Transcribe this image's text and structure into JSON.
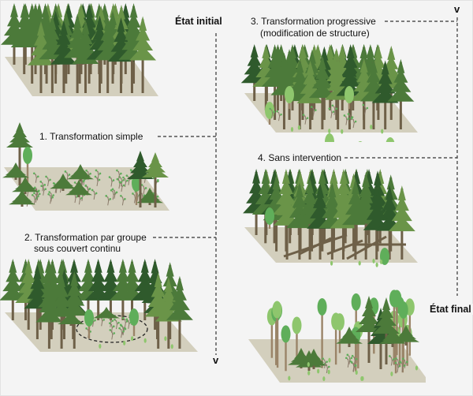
{
  "labels": {
    "initial_state": "État initial",
    "final_state": "État final",
    "step1": "1. Transformation simple",
    "step2_line1": "2. Transformation par groupe",
    "step2_line2": "sous couvert continu",
    "step3_line1": "3. Transformation progressive",
    "step3_line2": "(modification de structure)",
    "step4": "4. Sans intervention",
    "arrow_glyph": "v"
  },
  "colors": {
    "background": "#f4f4f4",
    "ground": "#d3cfbd",
    "trunk": "#6e6048",
    "conifer_dark": "#2f5a2c",
    "conifer_mid": "#4c7a3a",
    "conifer_light": "#6a9448",
    "broadleaf": "#5fae5a",
    "broadleaf_light": "#8ec66d",
    "dash": "#333333"
  },
  "scenes": [
    {
      "id": "initial",
      "name": "scene-initial-state"
    },
    {
      "id": "step1",
      "name": "scene-transformation-simple"
    },
    {
      "id": "step2",
      "name": "scene-transformation-group"
    },
    {
      "id": "step3",
      "name": "scene-transformation-progressive"
    },
    {
      "id": "step4",
      "name": "scene-no-intervention"
    },
    {
      "id": "final",
      "name": "scene-final-state"
    }
  ]
}
